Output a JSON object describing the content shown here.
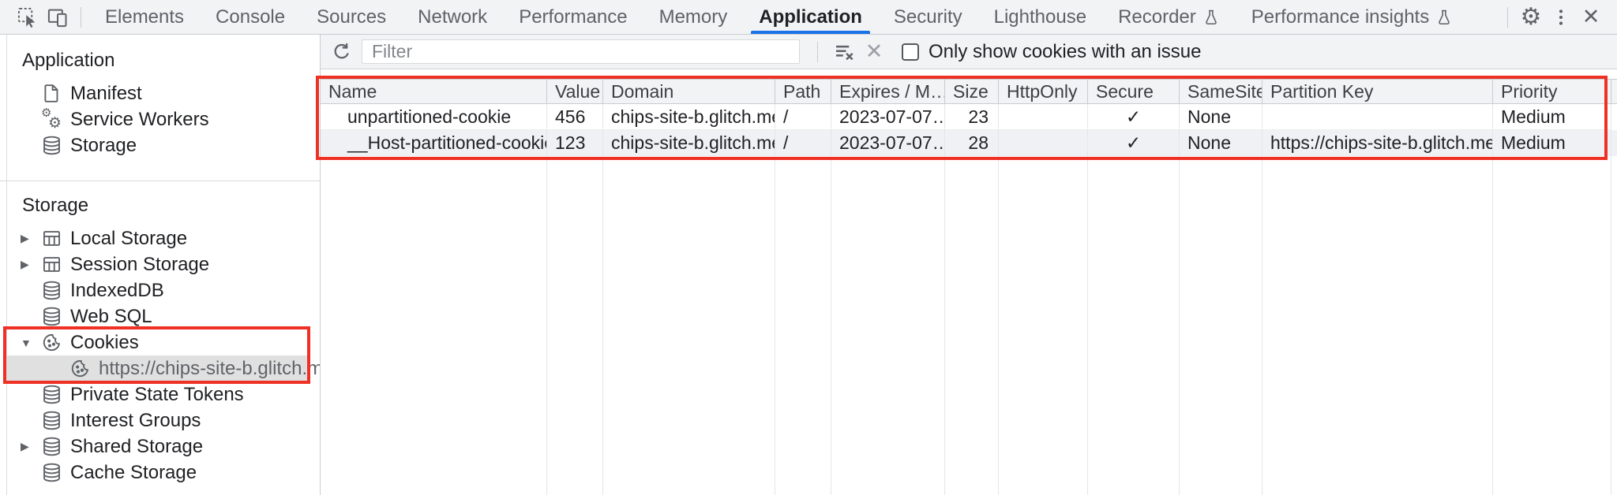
{
  "colors": {
    "accent_blue": "#1a73e8",
    "highlight_red": "#ee3124",
    "selected_gray": "#e0e0e0"
  },
  "tabbar": {
    "tabs": [
      {
        "label": "Elements"
      },
      {
        "label": "Console"
      },
      {
        "label": "Sources"
      },
      {
        "label": "Network"
      },
      {
        "label": "Performance"
      },
      {
        "label": "Memory"
      },
      {
        "label": "Application",
        "active": true
      },
      {
        "label": "Security"
      },
      {
        "label": "Lighthouse"
      },
      {
        "label": "Recorder",
        "flask": true
      },
      {
        "label": "Performance insights",
        "flask": true
      }
    ]
  },
  "toolbar": {
    "filter_placeholder": "Filter",
    "filter_value": "",
    "checkbox_label": "Only show cookies with an issue",
    "checkbox_checked": false
  },
  "sidebar": {
    "sections": [
      {
        "title": "Application",
        "items": [
          {
            "label": "Manifest",
            "icon": "doc"
          },
          {
            "label": "Service Workers",
            "icon": "gears"
          },
          {
            "label": "Storage",
            "icon": "db"
          }
        ]
      },
      {
        "title": "Storage",
        "items": [
          {
            "label": "Local Storage",
            "icon": "grid",
            "arrow": "collapsed"
          },
          {
            "label": "Session Storage",
            "icon": "grid",
            "arrow": "collapsed"
          },
          {
            "label": "IndexedDB",
            "icon": "db"
          },
          {
            "label": "Web SQL",
            "icon": "db"
          },
          {
            "label": "Cookies",
            "icon": "cookie",
            "arrow": "expanded",
            "highlight": true
          },
          {
            "label": "https://chips-site-b.glitch.me",
            "icon": "cookie",
            "nested": true,
            "selected": true,
            "highlight": true
          },
          {
            "label": "Private State Tokens",
            "icon": "db"
          },
          {
            "label": "Interest Groups",
            "icon": "db"
          },
          {
            "label": "Shared Storage",
            "icon": "db",
            "arrow": "collapsed"
          },
          {
            "label": "Cache Storage",
            "icon": "db"
          }
        ]
      }
    ]
  },
  "cookies_table": {
    "columns": [
      "Name",
      "Value",
      "Domain",
      "Path",
      "Expires / M…",
      "Size",
      "HttpOnly",
      "Secure",
      "SameSite",
      "Partition Key",
      "Priority"
    ],
    "rows": [
      [
        "unpartitioned-cookie",
        "456",
        "chips-site-b.glitch.me",
        "/",
        "2023-07-07…",
        "23",
        "",
        "✓",
        "None",
        "",
        "Medium"
      ],
      [
        "__Host-partitioned-cookie",
        "123",
        "chips-site-b.glitch.me",
        "/",
        "2023-07-07…",
        "28",
        "",
        "✓",
        "None",
        "https://chips-site-b.glitch.me",
        "Medium"
      ]
    ]
  }
}
